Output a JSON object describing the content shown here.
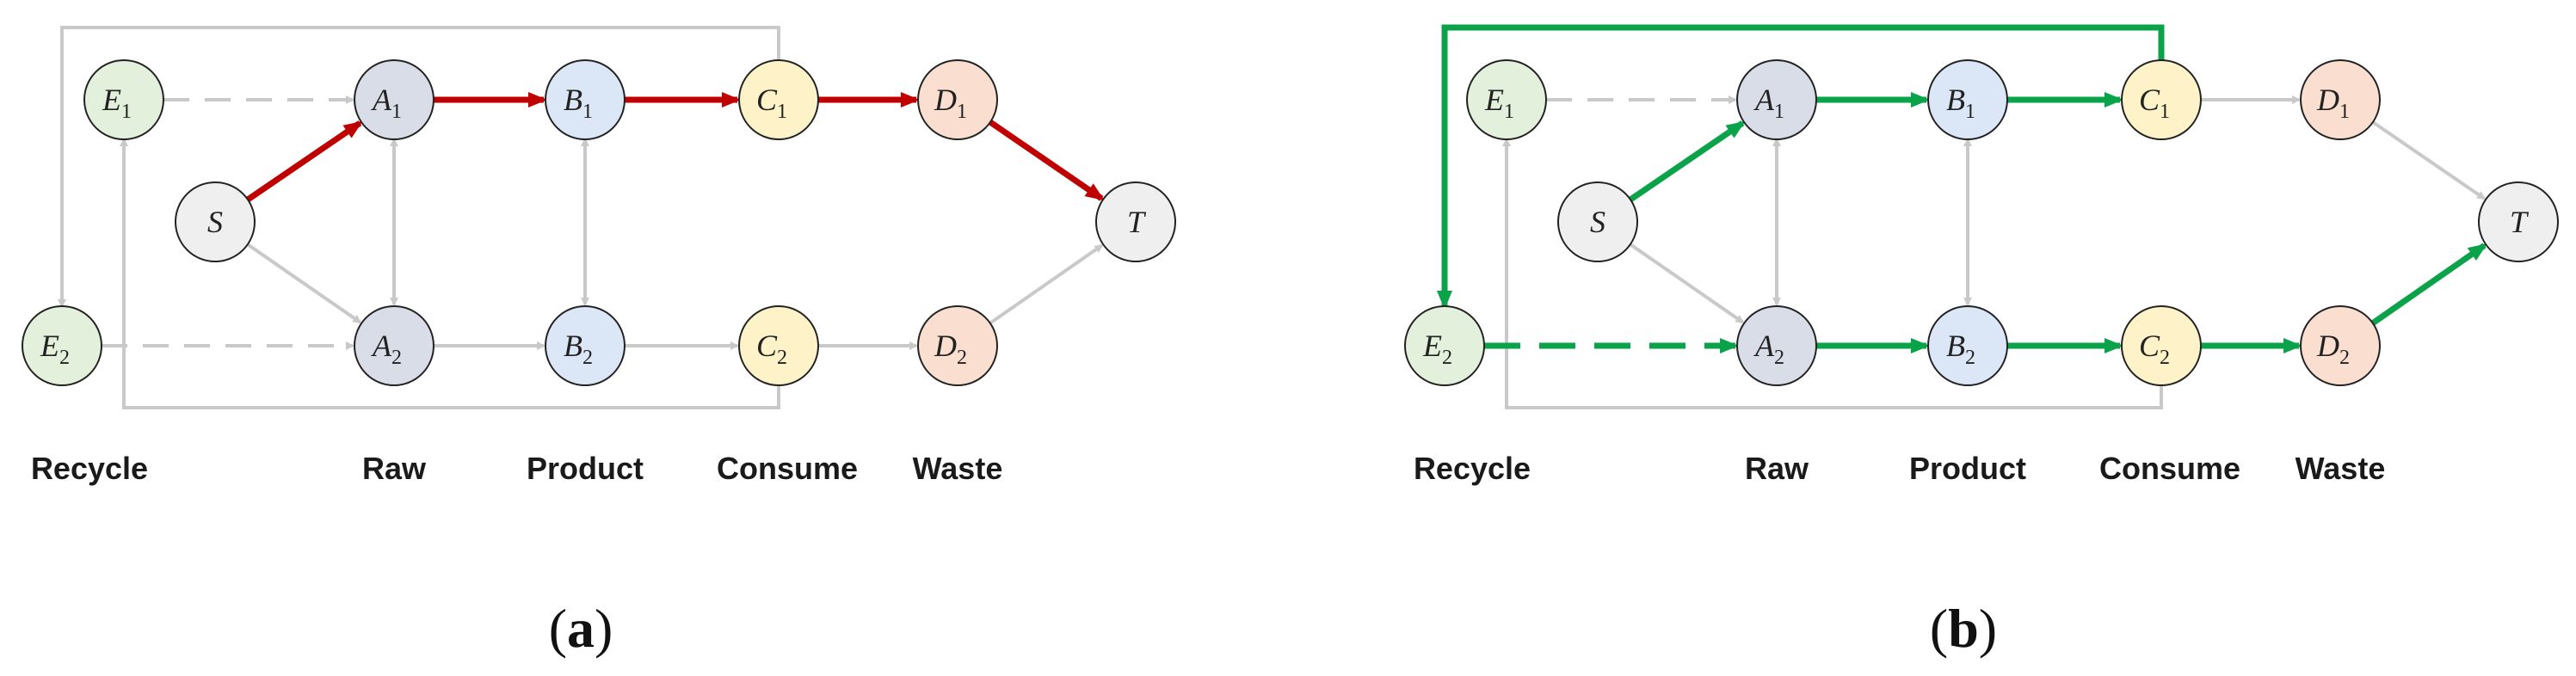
{
  "colors": {
    "edge_default": "#c9c9c9",
    "edge_highlight_a": "#c00000",
    "edge_highlight_b": "#0aa34a",
    "node_stroke": "#222222",
    "recycle_fill": "#e3f1dc",
    "raw_fill": "#d9dde8",
    "product_fill": "#dbe6f6",
    "consume_fill": "#fdf2c8",
    "waste_fill": "#fadfd0",
    "source_sink_fill": "#efefef"
  },
  "stage_labels": [
    "Recycle",
    "Raw",
    "Product",
    "Consume",
    "Waste"
  ],
  "panels": [
    {
      "id": "a",
      "caption_open": "(",
      "caption_letter": "a",
      "caption_close": ")",
      "nodes": [
        {
          "id": "E1",
          "letter": "E",
          "sub": "1",
          "type": "recycle"
        },
        {
          "id": "E2",
          "letter": "E",
          "sub": "2",
          "type": "recycle"
        },
        {
          "id": "S",
          "letter": "S",
          "sub": "",
          "type": "source"
        },
        {
          "id": "A1",
          "letter": "A",
          "sub": "1",
          "type": "raw"
        },
        {
          "id": "A2",
          "letter": "A",
          "sub": "2",
          "type": "raw"
        },
        {
          "id": "B1",
          "letter": "B",
          "sub": "1",
          "type": "product"
        },
        {
          "id": "B2",
          "letter": "B",
          "sub": "2",
          "type": "product"
        },
        {
          "id": "C1",
          "letter": "C",
          "sub": "1",
          "type": "consume"
        },
        {
          "id": "C2",
          "letter": "C",
          "sub": "2",
          "type": "consume"
        },
        {
          "id": "D1",
          "letter": "D",
          "sub": "1",
          "type": "waste"
        },
        {
          "id": "D2",
          "letter": "D",
          "sub": "2",
          "type": "waste"
        },
        {
          "id": "T",
          "letter": "T",
          "sub": "",
          "type": "sink"
        }
      ],
      "edges": [
        {
          "from": "S",
          "to": "A1",
          "highlight": true
        },
        {
          "from": "A1",
          "to": "B1",
          "highlight": true
        },
        {
          "from": "B1",
          "to": "C1",
          "highlight": true
        },
        {
          "from": "C1",
          "to": "D1",
          "highlight": true
        },
        {
          "from": "D1",
          "to": "T",
          "highlight": true
        },
        {
          "from": "E1",
          "to": "A1",
          "dashed": true
        },
        {
          "from": "E2",
          "to": "A2",
          "dashed": true
        },
        {
          "from": "S",
          "to": "A2"
        },
        {
          "from": "A2",
          "to": "B2"
        },
        {
          "from": "B2",
          "to": "C2"
        },
        {
          "from": "C2",
          "to": "D2"
        },
        {
          "from": "D2",
          "to": "T"
        },
        {
          "from": "A1",
          "to": "A2",
          "bidirectional": true
        },
        {
          "from": "B1",
          "to": "B2",
          "bidirectional": true
        }
      ],
      "loops": [
        {
          "from": "C1",
          "to": "E2",
          "route": "top"
        },
        {
          "from": "C2",
          "to": "E1",
          "route": "bottom"
        }
      ]
    },
    {
      "id": "b",
      "caption_open": "(",
      "caption_letter": "b",
      "caption_close": ")",
      "nodes": [
        {
          "id": "E1",
          "letter": "E",
          "sub": "1",
          "type": "recycle"
        },
        {
          "id": "E2",
          "letter": "E",
          "sub": "2",
          "type": "recycle"
        },
        {
          "id": "S",
          "letter": "S",
          "sub": "",
          "type": "source"
        },
        {
          "id": "A1",
          "letter": "A",
          "sub": "1",
          "type": "raw"
        },
        {
          "id": "A2",
          "letter": "A",
          "sub": "2",
          "type": "raw"
        },
        {
          "id": "B1",
          "letter": "B",
          "sub": "1",
          "type": "product"
        },
        {
          "id": "B2",
          "letter": "B",
          "sub": "2",
          "type": "product"
        },
        {
          "id": "C1",
          "letter": "C",
          "sub": "1",
          "type": "consume"
        },
        {
          "id": "C2",
          "letter": "C",
          "sub": "2",
          "type": "consume"
        },
        {
          "id": "D1",
          "letter": "D",
          "sub": "1",
          "type": "waste"
        },
        {
          "id": "D2",
          "letter": "D",
          "sub": "2",
          "type": "waste"
        },
        {
          "id": "T",
          "letter": "T",
          "sub": "",
          "type": "sink"
        }
      ],
      "edges": [
        {
          "from": "S",
          "to": "A1",
          "highlight": true
        },
        {
          "from": "A1",
          "to": "B1",
          "highlight": true
        },
        {
          "from": "B1",
          "to": "C1",
          "highlight": true
        },
        {
          "from": "E2",
          "to": "A2",
          "dashed": true,
          "highlight": true
        },
        {
          "from": "A2",
          "to": "B2",
          "highlight": true
        },
        {
          "from": "B2",
          "to": "C2",
          "highlight": true
        },
        {
          "from": "C2",
          "to": "D2",
          "highlight": true
        },
        {
          "from": "D2",
          "to": "T",
          "highlight": true
        },
        {
          "from": "E1",
          "to": "A1",
          "dashed": true
        },
        {
          "from": "C1",
          "to": "D1"
        },
        {
          "from": "D1",
          "to": "T"
        },
        {
          "from": "S",
          "to": "A2"
        },
        {
          "from": "A1",
          "to": "A2",
          "bidirectional": true
        },
        {
          "from": "B1",
          "to": "B2",
          "bidirectional": true
        }
      ],
      "loops": [
        {
          "from": "C1",
          "to": "E2",
          "route": "top",
          "highlight": true
        },
        {
          "from": "C2",
          "to": "E1",
          "route": "bottom"
        }
      ]
    }
  ]
}
